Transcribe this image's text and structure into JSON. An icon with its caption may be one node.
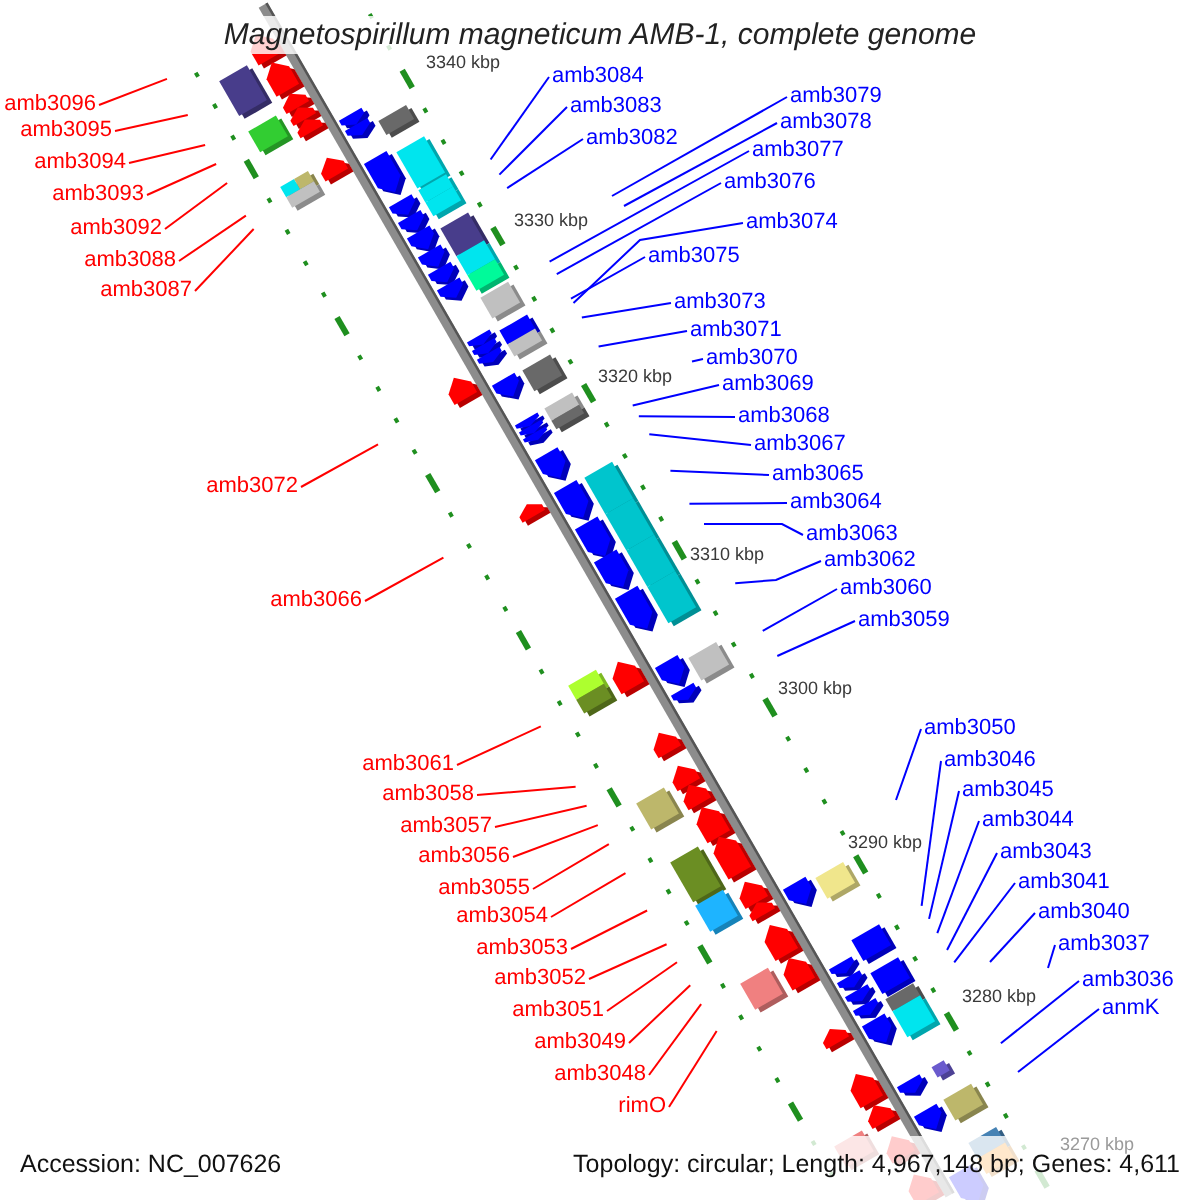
{
  "diagram": {
    "title": "Magnetospirillum magneticum AMB-1, complete genome",
    "nodes": [
      {
        "text": [
          "amb3096"
        ]
      },
      {
        "text": [
          "amb3095"
        ]
      },
      {
        "text": [
          "amb3094"
        ]
      },
      {
        "text": [
          "amb3093"
        ]
      },
      {
        "text": [
          "amb3092"
        ]
      },
      {
        "text": [
          "amb3088"
        ]
      },
      {
        "text": [
          "amb3087"
        ]
      },
      {
        "text": [
          "amb3072"
        ]
      },
      {
        "text": [
          "amb3066"
        ]
      },
      {
        "text": [
          "amb3061"
        ]
      },
      {
        "text": [
          "amb3058"
        ]
      },
      {
        "text": [
          "amb3057"
        ]
      },
      {
        "text": [
          "amb3056"
        ]
      },
      {
        "text": [
          "amb3055"
        ]
      },
      {
        "text": [
          "amb3054"
        ]
      },
      {
        "text": [
          "amb3053"
        ]
      },
      {
        "text": [
          "amb3052"
        ]
      },
      {
        "text": [
          "amb3051"
        ]
      },
      {
        "text": [
          "amb3049"
        ]
      },
      {
        "text": [
          "amb3048"
        ]
      },
      {
        "text": [
          "rimO"
        ]
      },
      {
        "text": [
          "amb3084"
        ]
      },
      {
        "text": [
          "amb3083"
        ]
      },
      {
        "text": [
          "amb3082"
        ]
      },
      {
        "text": [
          "amb3079"
        ]
      },
      {
        "text": [
          "amb3078"
        ]
      },
      {
        "text": [
          "amb3077"
        ]
      },
      {
        "text": [
          "amb3076"
        ]
      },
      {
        "text": [
          "amb3074"
        ]
      },
      {
        "text": [
          "amb3075"
        ]
      },
      {
        "text": [
          "amb3073"
        ]
      },
      {
        "text": [
          "amb3071"
        ]
      },
      {
        "text": [
          "amb3070"
        ]
      },
      {
        "text": [
          "amb3069"
        ]
      },
      {
        "text": [
          "amb3068"
        ]
      },
      {
        "text": [
          "amb3067"
        ]
      },
      {
        "text": [
          "amb3065"
        ]
      },
      {
        "text": [
          "amb3064"
        ]
      },
      {
        "text": [
          "amb3063"
        ]
      },
      {
        "text": [
          "amb3062"
        ]
      },
      {
        "text": [
          "amb3060"
        ]
      },
      {
        "text": [
          "amb3059"
        ]
      },
      {
        "text": [
          "amb3050"
        ]
      },
      {
        "text": [
          "amb3046"
        ]
      },
      {
        "text": [
          "amb3045"
        ]
      },
      {
        "text": [
          "amb3044"
        ]
      },
      {
        "text": [
          "amb3043"
        ]
      },
      {
        "text": [
          "amb3041"
        ]
      },
      {
        "text": [
          "amb3040"
        ]
      },
      {
        "text": [
          "amb3037"
        ]
      },
      {
        "text": [
          "amb3036"
        ]
      },
      {
        "text": [
          "anmK"
        ]
      }
    ],
    "edges": [
      {
        "from": 0,
        "to": null,
        "arrow": "none",
        "color": "#ff0000"
      },
      {
        "from": 1,
        "to": null,
        "arrow": "none",
        "color": "#ff0000"
      },
      {
        "from": 2,
        "to": null,
        "arrow": "none",
        "color": "#ff0000"
      },
      {
        "from": 3,
        "to": null,
        "arrow": "none",
        "color": "#ff0000"
      },
      {
        "from": 4,
        "to": null,
        "arrow": "none",
        "color": "#ff0000"
      },
      {
        "from": 5,
        "to": null,
        "arrow": "none",
        "color": "#ff0000"
      },
      {
        "from": 6,
        "to": null,
        "arrow": "none",
        "color": "#ff0000"
      },
      {
        "from": 7,
        "to": null,
        "arrow": "none",
        "color": "#ff0000"
      },
      {
        "from": 8,
        "to": null,
        "arrow": "none",
        "color": "#ff0000"
      },
      {
        "from": 9,
        "to": null,
        "arrow": "none",
        "color": "#ff0000"
      },
      {
        "from": 10,
        "to": null,
        "arrow": "none",
        "color": "#ff0000"
      },
      {
        "from": 11,
        "to": null,
        "arrow": "none",
        "color": "#ff0000"
      },
      {
        "from": 12,
        "to": null,
        "arrow": "none",
        "color": "#ff0000"
      },
      {
        "from": 13,
        "to": null,
        "arrow": "none",
        "color": "#ff0000"
      },
      {
        "from": 14,
        "to": null,
        "arrow": "none",
        "color": "#ff0000"
      },
      {
        "from": 15,
        "to": null,
        "arrow": "none",
        "color": "#ff0000"
      },
      {
        "from": 16,
        "to": null,
        "arrow": "none",
        "color": "#ff0000"
      },
      {
        "from": 17,
        "to": null,
        "arrow": "none",
        "color": "#ff0000"
      },
      {
        "from": 18,
        "to": null,
        "arrow": "none",
        "color": "#ff0000"
      },
      {
        "from": 19,
        "to": null,
        "arrow": "none",
        "color": "#ff0000"
      },
      {
        "from": 20,
        "to": null,
        "arrow": "none",
        "color": "#ff0000"
      },
      {
        "from": 21,
        "to": null,
        "arrow": "none"
      },
      {
        "from": 22,
        "to": null,
        "arrow": "none"
      },
      {
        "from": 23,
        "to": null,
        "arrow": "none"
      },
      {
        "from": 24,
        "to": null,
        "arrow": "none"
      },
      {
        "from": 25,
        "to": null,
        "arrow": "none"
      },
      {
        "from": 26,
        "to": null,
        "arrow": "none"
      },
      {
        "from": 27,
        "to": null,
        "arrow": "none"
      },
      {
        "from": 28,
        "to": null,
        "arrow": "none"
      },
      {
        "from": 29,
        "to": null,
        "arrow": "none"
      },
      {
        "from": 30,
        "to": null,
        "arrow": "none"
      },
      {
        "from": 31,
        "to": null,
        "arrow": "none"
      },
      {
        "from": 32,
        "to": null,
        "arrow": "none"
      },
      {
        "from": 33,
        "to": null,
        "arrow": "none"
      },
      {
        "from": 34,
        "to": null,
        "arrow": "none"
      },
      {
        "from": 35,
        "to": null,
        "arrow": "none"
      },
      {
        "from": 36,
        "to": null,
        "arrow": "none"
      },
      {
        "from": 37,
        "to": null,
        "arrow": "none"
      },
      {
        "from": 38,
        "to": null,
        "arrow": "none"
      },
      {
        "from": 39,
        "to": null,
        "arrow": "none"
      },
      {
        "from": 40,
        "to": null,
        "arrow": "none"
      },
      {
        "from": 41,
        "to": null,
        "arrow": "none"
      },
      {
        "from": 42,
        "to": null,
        "arrow": "none"
      },
      {
        "from": 43,
        "to": null,
        "arrow": "none"
      },
      {
        "from": 44,
        "to": null,
        "arrow": "none"
      },
      {
        "from": 45,
        "to": null,
        "arrow": "none"
      },
      {
        "from": 46,
        "to": null,
        "arrow": "none"
      },
      {
        "from": 47,
        "to": null,
        "arrow": "none"
      },
      {
        "from": 48,
        "to": null,
        "arrow": "none"
      },
      {
        "from": 49,
        "to": null,
        "arrow": "none"
      },
      {
        "from": 50,
        "to": null,
        "arrow": "none"
      },
      {
        "from": 51,
        "to": null,
        "arrow": "none"
      }
    ],
    "labels": [
      "3340 kbp",
      "3330 kbp",
      "3320 kbp",
      "3310 kbp",
      "3300 kbp",
      "3290 kbp",
      "3280 kbp",
      "3270 kbp",
      "Accession: NC_007626",
      "Topology: circular; Length: 4,967,148 bp; Genes: 4,611"
    ]
  }
}
